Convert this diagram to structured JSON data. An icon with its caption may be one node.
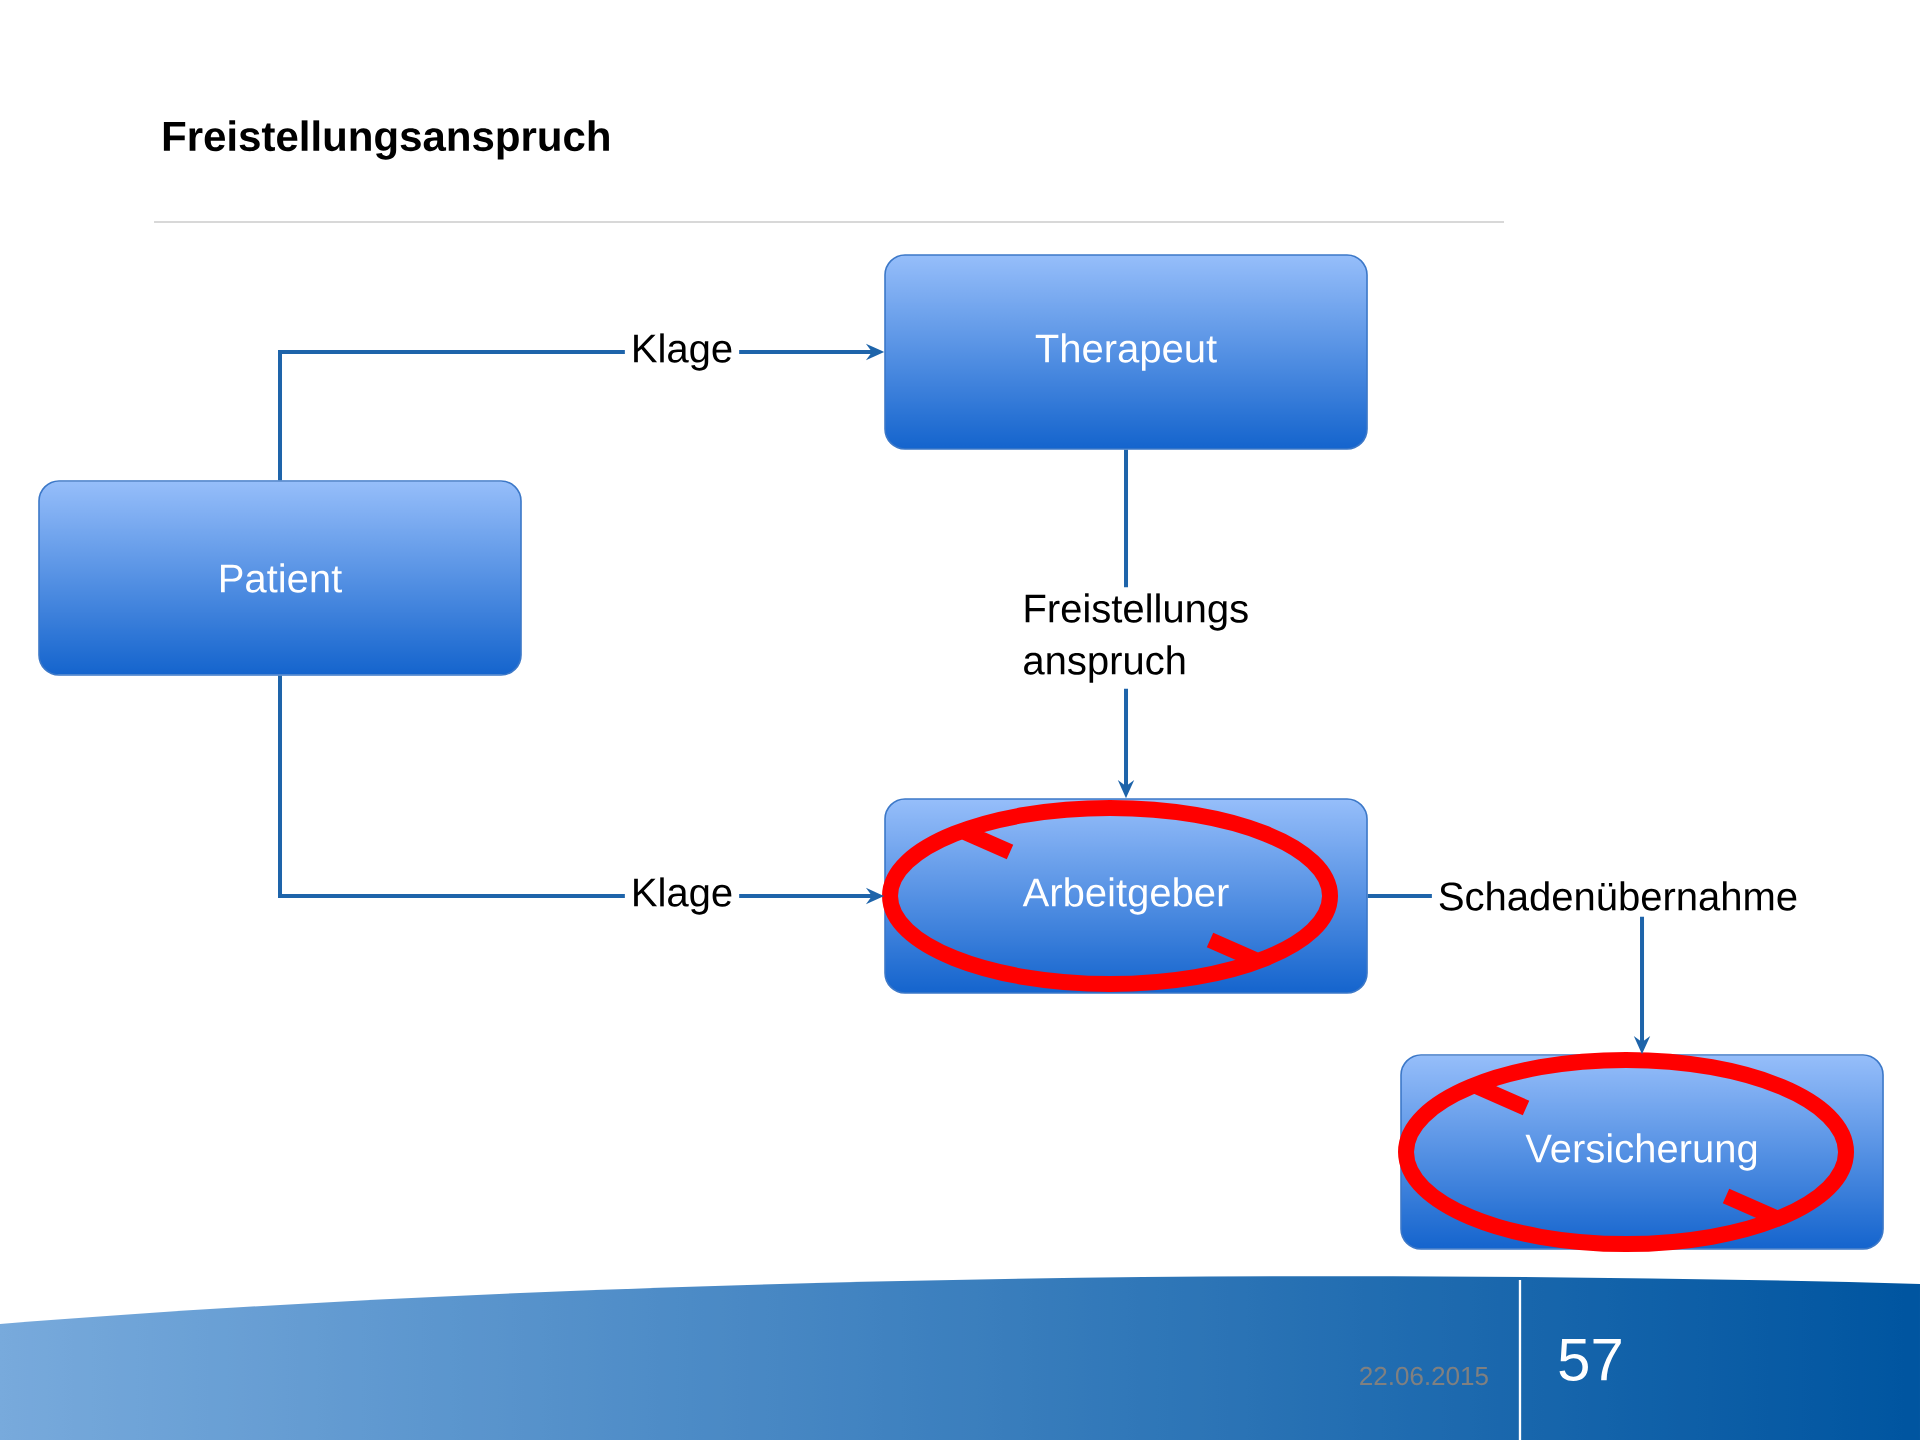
{
  "diagram": {
    "title": "Freistellungsanspruch",
    "nodes": [
      {
        "text": [
          "Therapeut"
        ]
      },
      {
        "text": [
          "Patient"
        ]
      },
      {
        "text": [
          "Arbeitgeber"
        ]
      },
      {
        "text": [
          "Versicherung"
        ]
      }
    ],
    "edges": [
      {
        "from": 1,
        "to": 0,
        "arrow": "to",
        "label": "Klage"
      },
      {
        "from": 1,
        "to": 2,
        "arrow": "to",
        "label": "Klage"
      },
      {
        "from": 0,
        "to": 2,
        "arrow": "to",
        "label": "Freistellungs anspruch"
      },
      {
        "from": 2,
        "to": 3,
        "arrow": "to",
        "label": "Schadenübernahme"
      }
    ],
    "labels": [
      "22.06.2015",
      "57"
    ]
  }
}
